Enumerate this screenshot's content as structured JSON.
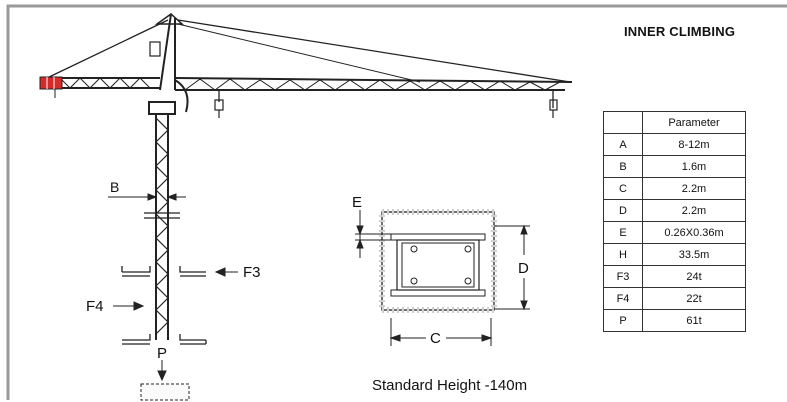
{
  "title": "INNER CLIMBING",
  "caption": "Standard Height -140m",
  "table": {
    "header": [
      "",
      "Parameter"
    ],
    "rows": [
      {
        "key": "A",
        "value": "8-12m"
      },
      {
        "key": "B",
        "value": "1.6m"
      },
      {
        "key": "C",
        "value": "2.2m"
      },
      {
        "key": "D",
        "value": "2.2m"
      },
      {
        "key": "E",
        "value": "0.26X0.36m"
      },
      {
        "key": "H",
        "value": "33.5m"
      },
      {
        "key": "F3",
        "value": "24t"
      },
      {
        "key": "F4",
        "value": "22t"
      },
      {
        "key": "P",
        "value": "61t"
      }
    ]
  },
  "labels": {
    "B": "B",
    "F3": "F3",
    "F4": "F4",
    "P": "P",
    "E": "E",
    "D": "D",
    "C": "C"
  },
  "colors": {
    "ink": "#222222",
    "counterweight": "#d42a2a",
    "border": "#9a9a9a"
  }
}
